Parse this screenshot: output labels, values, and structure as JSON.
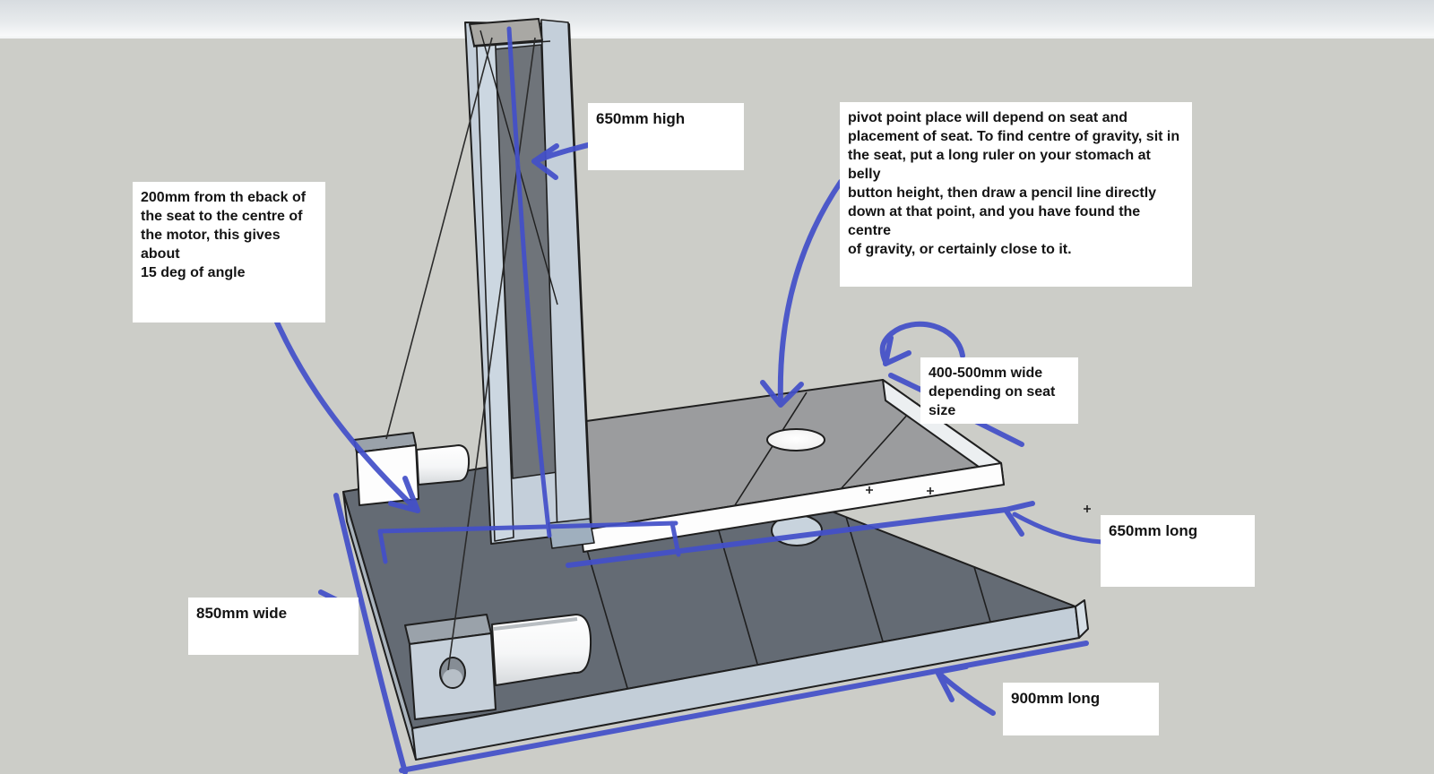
{
  "app": {
    "kind": "image-of-3d-sketch-with-annotations",
    "top_bar": "",
    "canvas_color": "#cccdc8"
  },
  "diagram": {
    "subject": "motion-simulator-seat-frame-sketch",
    "annotations": {
      "height": "650mm high",
      "motor_offset": "200mm from th eback of\nthe seat to the centre of\nthe motor, this gives about\n15 deg of angle",
      "pivot": "pivot point place will depend on seat and\nplacement of seat. To find centre of gravity, sit in\nthe seat, put a long ruler on your stomach at belly\nbutton height, then draw a pencil line directly\ndown at that point, and you have found the centre\nof gravity, or certainly close to it.",
      "seat_width": "400-500mm wide\ndepending on seat\nsize",
      "seat_length": "650mm long",
      "base_width": "850mm wide",
      "base_length": "900mm long"
    },
    "parts": [
      "base-plate",
      "back-column",
      "seat-plate",
      "seat-pivot-hole",
      "pivot-cylinder",
      "upper-motor",
      "lower-motor"
    ],
    "colors": {
      "annotation_blue": "#4350c9",
      "outline_black": "#1f1f1f",
      "base_top_gray": "#646b74",
      "seat_top_gray": "#9b9c9e",
      "panel_light_blue": "#c4cfda",
      "column_inner_gray": "#6f747a",
      "edge_light_blue": "#c3ced8",
      "canvas_gray": "#cccdc8"
    }
  }
}
